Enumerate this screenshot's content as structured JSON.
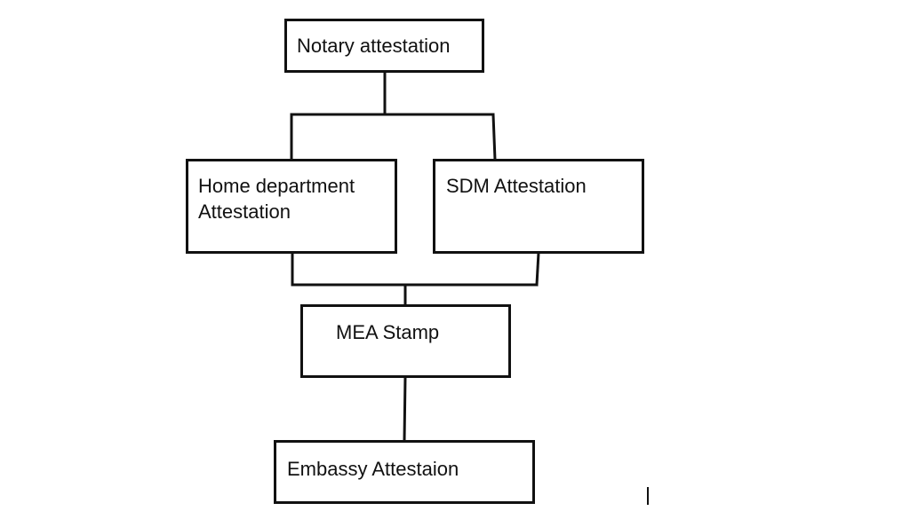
{
  "diagram": {
    "nodes": {
      "notary": {
        "label": "Notary attestation"
      },
      "home_department": {
        "label": "Home department\nAttestation"
      },
      "sdm": {
        "label": "SDM Attestation"
      },
      "mea_stamp": {
        "label": "MEA Stamp"
      },
      "embassy": {
        "label": "Embassy Attestaion"
      }
    },
    "edges": [
      {
        "from": "notary",
        "to": "home_department"
      },
      {
        "from": "notary",
        "to": "sdm"
      },
      {
        "from": "home_department",
        "to": "mea_stamp"
      },
      {
        "from": "sdm",
        "to": "mea_stamp"
      },
      {
        "from": "mea_stamp",
        "to": "embassy"
      }
    ],
    "colors": {
      "stroke": "#111111",
      "background": "#ffffff"
    }
  }
}
